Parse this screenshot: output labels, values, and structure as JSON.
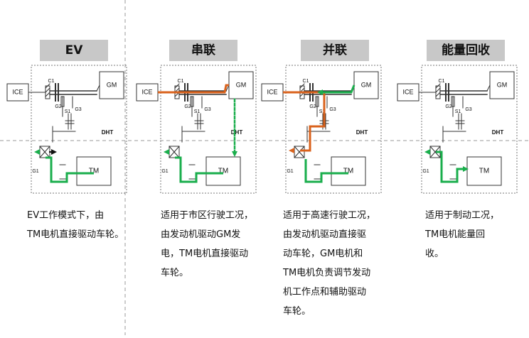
{
  "colors": {
    "green": "#1aae4c",
    "orange": "#d9621c",
    "line": "#333333",
    "title_bg": "#c8c8c8",
    "box_dash": "#777777"
  },
  "labels": {
    "ice": "ICE",
    "gm": "GM",
    "tm": "TM",
    "dht": "DHT",
    "c1": "C1",
    "g2": "G2",
    "g3": "G3",
    "s1": "S1",
    "g1": "G1"
  },
  "panels": [
    {
      "title": "EV",
      "desc": [
        "EV工作模式下，由",
        "TM电机直接驱动车轮。"
      ]
    },
    {
      "title": "串联",
      "desc": [
        "适用于市区行驶工况，",
        "由发动机驱动GM发",
        "电，TM电机直接驱动",
        "车轮。"
      ]
    },
    {
      "title": "并联",
      "desc": [
        "适用于高速行驶工况，",
        "由发动机驱动直接驱",
        "动车轮，GM电机和",
        "TM电机负责调节发动",
        "机工作点和辅助驱动",
        "车轮。"
      ]
    },
    {
      "title": "能量回收",
      "desc": [
        "适用于制动工况，",
        "TM电机能量回",
        "收。"
      ]
    }
  ]
}
